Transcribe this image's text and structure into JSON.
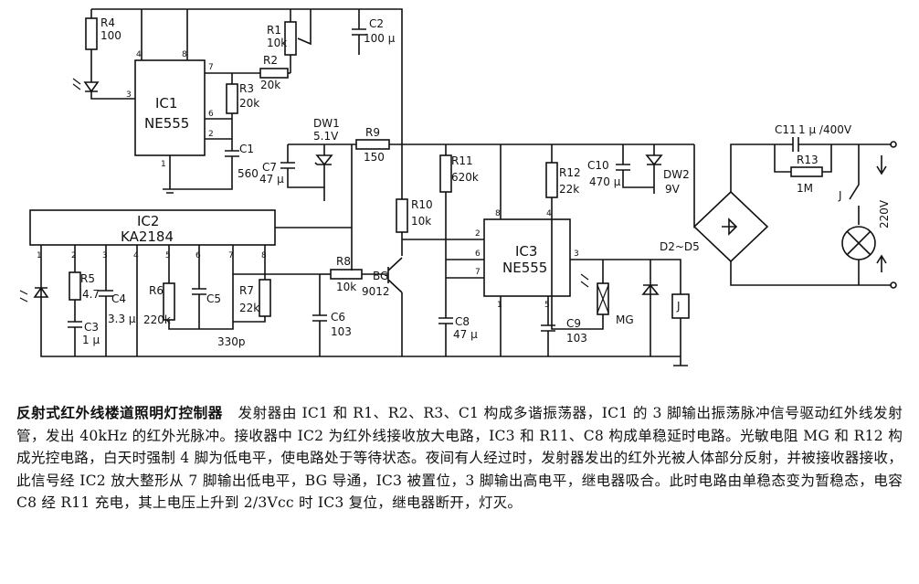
{
  "labels": {
    "r4": "R4",
    "r4v": "100",
    "r1": "R1",
    "r1v": "10k",
    "c2": "C2",
    "c2v": "100 μ",
    "ic1": "IC1",
    "ic1t": "NE555",
    "r2": "R2",
    "r2v": "20k",
    "r3": "R3",
    "r3v": "20k",
    "c1": "C1",
    "c1v": "560",
    "dw1": "DW1",
    "dw1v": "5.1V",
    "r9": "R9",
    "r9v": "150",
    "c7": "C7",
    "c7v": "47 μ",
    "ic2": "IC2",
    "ic2t": "KA2184",
    "r5": "R5",
    "r5v": "4.7",
    "c4": "C4",
    "c4v": "3.3 μ",
    "c3": "C3",
    "c3v": "1 μ",
    "r6": "R6",
    "r6v": "220k",
    "c5": "C5",
    "c5v": "330p",
    "r7": "R7",
    "r7v": "22k",
    "c6": "C6",
    "c6v": "103",
    "r8": "R8",
    "r8v": "10k",
    "bg": "BG",
    "bgv": "9012",
    "r10": "R10",
    "r10v": "10k",
    "r11": "R11",
    "r11v": "620k",
    "ic3": "IC3",
    "ic3t": "NE555",
    "c8": "C8",
    "c8v": "47 μ",
    "c9": "C9",
    "c9v": "103",
    "r12": "R12",
    "r12v": "22k",
    "c10": "C10",
    "c10v": "470 μ",
    "dw2": "DW2",
    "dw2v": "9V",
    "mg": "MG",
    "j": "J",
    "c11": "C11",
    "c11v": "1 μ /400V",
    "r13": "R13",
    "r13v": "1M",
    "d25": "D2~D5",
    "v220": "220V",
    "jsw": "J"
  },
  "pins": {
    "ic1": [
      "4",
      "8",
      "7",
      "3",
      "6",
      "2",
      "1"
    ],
    "ic2": [
      "1",
      "2",
      "3",
      "4",
      "5",
      "6",
      "7",
      "8"
    ],
    "ic3": [
      "8",
      "4",
      "2",
      "6",
      "7",
      "3",
      "1",
      "5"
    ]
  },
  "caption": {
    "title": "反射式红外线楼道照明灯控制器",
    "body": "发射器由 IC1 和 R1、R2、R3、C1 构成多谐振荡器，IC1 的 3 脚输出振荡脉冲信号驱动红外线发射管，发出 40kHz 的红外光脉冲。接收器中 IC2 为红外线接收放大电路，IC3 和 R11、C8 构成单稳延时电路。光敏电阻 MG 和 R12 构成光控电路，白天时强制 4 脚为低电平，使电路处于等待状态。夜间有人经过时，发射器发出的红外光被人体部分反射，并被接收器接收，此信号经 IC2 放大整形从 7 脚输出低电平，BG 导通，IC3 被置位，3 脚输出高电平，继电器吸合。此时电路由单稳态变为暂稳态，电容 C8 经 R11 充电，其上电压上升到 2/3Vcc 时 IC3 复位，继电器断开，灯灭。"
  }
}
